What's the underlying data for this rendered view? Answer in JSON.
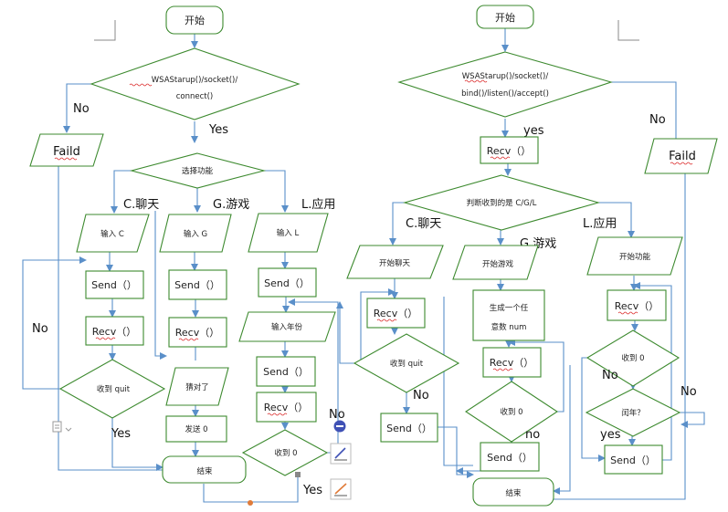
{
  "left": {
    "start": "开始",
    "init": [
      "WSAStarup()/socket()/",
      "connect()"
    ],
    "yes_init": "Yes",
    "no_init": "No",
    "faild": "Faild",
    "select": "选择功能",
    "branch_c": "C.聊天",
    "branch_g": "G.游戏",
    "branch_l": "L.应用",
    "input_c": "输入 C",
    "input_g": "输入 G",
    "input_l": "输入 L",
    "send1": "Send（）",
    "send2": "Send（）",
    "send3": "Send（）",
    "recv1": "Recv（）",
    "recv2": "Recv（）",
    "input_year": "输入年份",
    "send4": "Send（）",
    "recv3": "Recv（）",
    "quit_decision": "收到 quit",
    "no_loop": "No",
    "yes_quit": "Yes",
    "guessed": "猜对了",
    "send_zero": "发送 0",
    "recv_zero": "收到 0",
    "no_zero": "No",
    "yes_zero": "Yes",
    "end": "结束"
  },
  "right": {
    "start": "开始",
    "init": [
      "WSAStarup()/socket()/",
      "bind()/listen()/accept()"
    ],
    "yes_init": "yes",
    "no_init": "No",
    "faild": "Faild",
    "recv_main": "Recv（）",
    "judge": "判断收到的是 C/G/L",
    "branch_c": "C.聊天",
    "branch_g": "G.游戏",
    "branch_l": "L.应用",
    "start_chat": "开始聊天",
    "start_game": "开始游戏",
    "start_func": "开始功能",
    "recv_c": "Recv（）",
    "gen_num": [
      "生成一个任",
      "意数 num"
    ],
    "recv_g": "Recv（）",
    "recv_l": "Recv（）",
    "quit_decision": "收到 quit",
    "no_quit": "No",
    "send_c": "Send（）",
    "recv_zero_g": "收到 0",
    "no_g": "no",
    "send_g": "Send（）",
    "recv_zero_l": "收到 0",
    "no_l": "No",
    "leap": "闰年？",
    "no_leap": "No",
    "yes_leap": "yes",
    "send_l": "Send（）",
    "end": "结束"
  }
}
